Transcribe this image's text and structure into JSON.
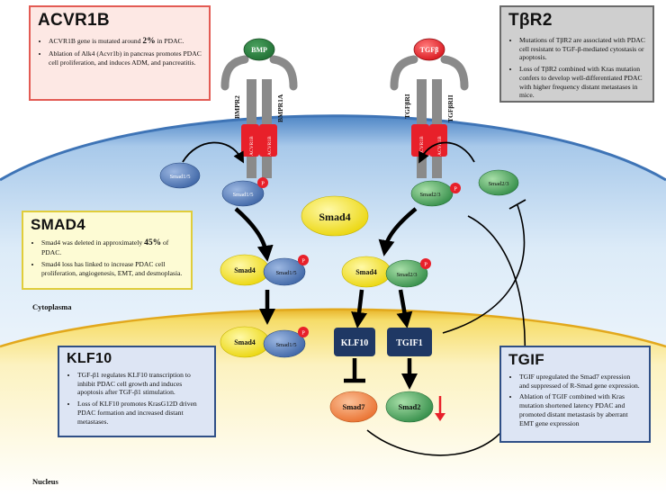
{
  "labels": {
    "cytoplasma": "Cytoplasma",
    "nucleus": "Nucleus"
  },
  "ligands": {
    "bmp": "BMP",
    "tgfb": "TGFβ"
  },
  "receptors": {
    "bmpr2": "BMPR2",
    "bmpr1a": "BMPR1A",
    "tgfbr1": "TGFβRI",
    "tgfbr2": "TGFβRII",
    "acvr1b": "ACVR1B"
  },
  "nodes": {
    "smad15": "Smad1/5",
    "smad23": "Smad2/3",
    "smad4": "Smad4",
    "smad7": "Smad7",
    "smad2": "Smad2",
    "klf10": "KLF10",
    "tgif1": "TGIF1",
    "p": "P"
  },
  "boxes": {
    "acvr1b": {
      "title": "ACVR1B",
      "item1_a": "ACVR1B gene is mutated around ",
      "item1_b": "2%",
      "item1_c": " in PDAC.",
      "item2": "Ablation of Alk4 (Acvr1b) in pancreas promotes PDAC cell proliferation, and induces ADM, and  pancreatitis."
    },
    "tbr2": {
      "title": "TβR2",
      "item1": "Mutations of TβR2 are associated with PDAC cell resistant to TGF-β-mediated cytostasis or apoptosis.",
      "item2": "Loss of TβR2 combined with Kras mutation confers to develop well-differentiated PDAC with higher frequency distant metastases in mice."
    },
    "smad4": {
      "title": "SMAD4",
      "item1_a": "Smad4 was deleted in approximately ",
      "item1_b": "45%",
      "item1_c": " of PDAC.",
      "item2": "Smad4 loss has linked  to increase PDAC cell proliferation, angiogenesis, EMT, and desmoplasia."
    },
    "klf10": {
      "title": "KLF10",
      "item1": "TGF-β1 regulates KLF10 transcription to inhibit PDAC cell growth and induces apoptosis after TGF-β1 stimulation.",
      "item2": "Loss of KLF10 promotes KrasG12D driven PDAC formation and increased distant metastases."
    },
    "tgif": {
      "title": "TGIF",
      "item1": "TGIF upregulated the Smad7 expression and suppressed of R-Smad gene expression.",
      "item2": "Ablation of TGIF combined with Kras mutation shortened latency PDAC and promoted distant metastasis by aberrant EMT gene expression"
    }
  },
  "colors": {
    "smad15": "#4a72b0",
    "smad23": "#3f9e54",
    "smad4": "#f2e41a",
    "smad7": "#f08040",
    "receptor_gray": "#8a8a8a",
    "acvr1b_red": "#e8202a",
    "phospho": "#e8202a",
    "navy": "#1f3864"
  }
}
